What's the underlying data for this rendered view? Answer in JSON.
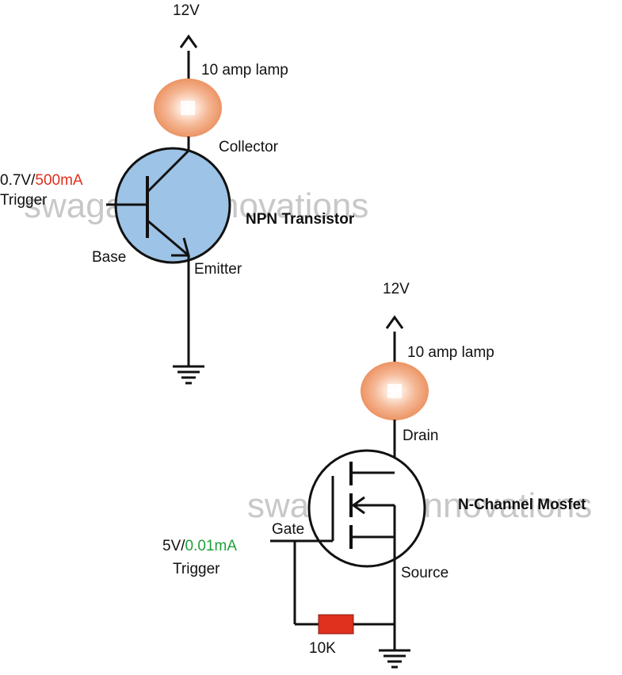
{
  "watermark": {
    "text_top": "swagatam innovations",
    "text_bottom": "swagatam innovations"
  },
  "npn_circuit": {
    "supply": "12V",
    "lamp": "10 amp lamp",
    "collector": "Collector",
    "trigger_voltage": "0.7V/",
    "trigger_current": "500mA",
    "trigger": "Trigger",
    "title": "NPN Transistor",
    "base": "Base",
    "emitter": "Emitter"
  },
  "mosfet_circuit": {
    "supply": "12V",
    "lamp": "10 amp lamp",
    "drain": "Drain",
    "title": "N-Channel Mosfet",
    "gate": "Gate",
    "trigger_voltage": "5V/",
    "trigger_current": "0.01mA",
    "trigger": "Trigger",
    "source": "Source",
    "resistor": "10K"
  },
  "colors": {
    "transistor_body": "#9dc3e6",
    "lamp_outer": "#f0a070",
    "lamp_inner": "#fde6d8",
    "resistor": "#e0301e",
    "npn_current": "#e0301e",
    "mosfet_current": "#1fa03a",
    "wire": "#111111",
    "watermark": "#c8c8c8"
  }
}
